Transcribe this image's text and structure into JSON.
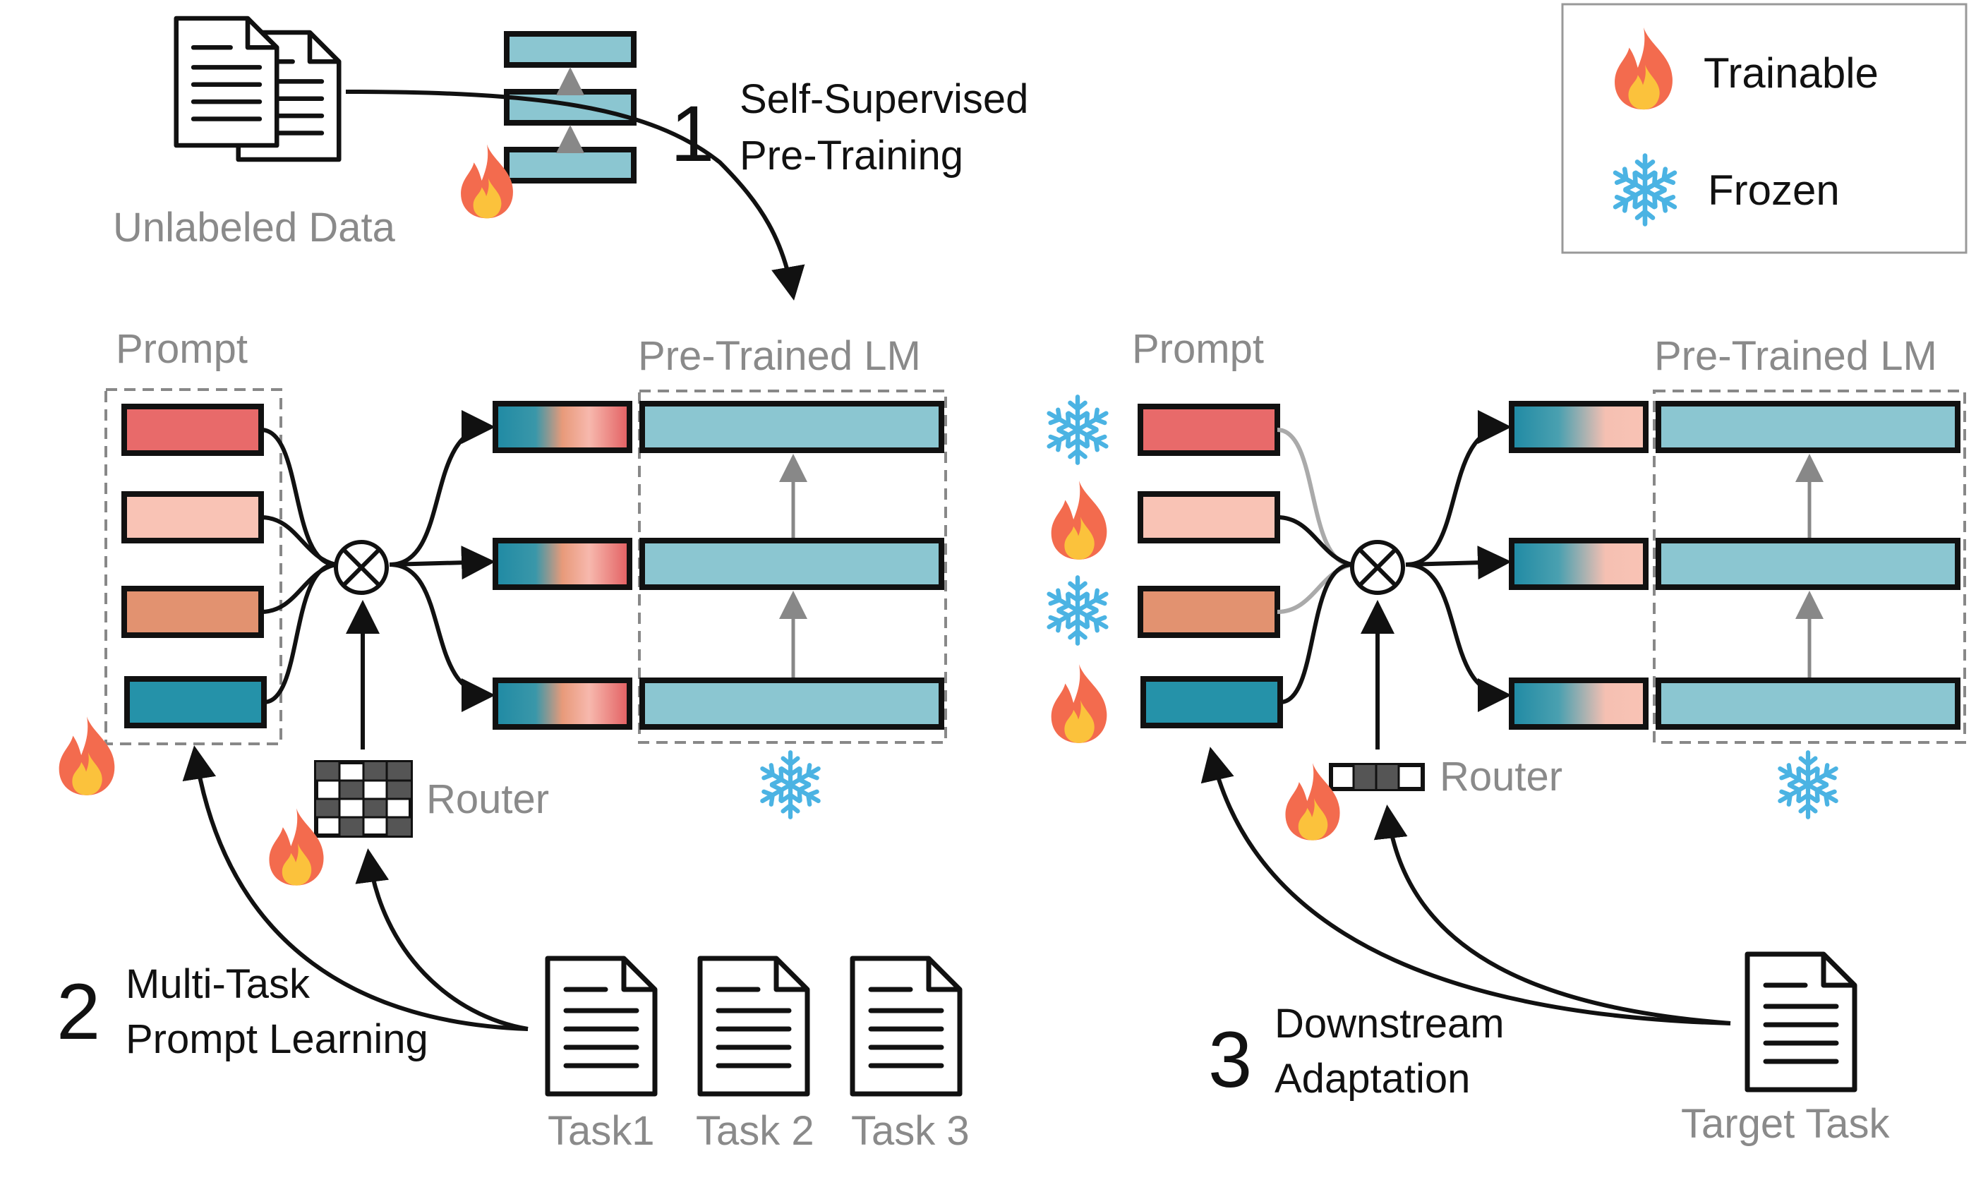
{
  "legend": {
    "trainable": "Trainable",
    "frozen": "Frozen"
  },
  "labels": {
    "unlabeled_data": "Unlabeled Data",
    "prompt": "Prompt",
    "pretrained_lm": "Pre-Trained LM",
    "router": "Router",
    "task1": "Task1",
    "task2": "Task 2",
    "task3": "Task 3",
    "target_task": "Target Task"
  },
  "steps": {
    "s1": {
      "number": "1",
      "line1": "Self-Supervised",
      "line2": "Pre-Training"
    },
    "s2": {
      "number": "2",
      "line1": "Multi-Task",
      "line2": "Prompt Learning"
    },
    "s3": {
      "number": "3",
      "line1": "Downstream",
      "line2": "Adaptation"
    }
  },
  "icons": {
    "trainable": "flame-icon",
    "frozen": "snowflake-icon",
    "document": "document-icon",
    "combine": "circle-times-icon",
    "router_matrix": "grid-matrix-icon"
  },
  "colors": {
    "prompt_red": "#E86A6A",
    "prompt_pink": "#F9C3B5",
    "prompt_orange": "#E29270",
    "prompt_teal": "#2592A9",
    "lm_layer": "#8BC6D1",
    "snow": "#4BB3E3",
    "flame_outer": "#F36B4E",
    "flame_inner": "#FBC23C",
    "label_gray": "#8A8A8A"
  }
}
